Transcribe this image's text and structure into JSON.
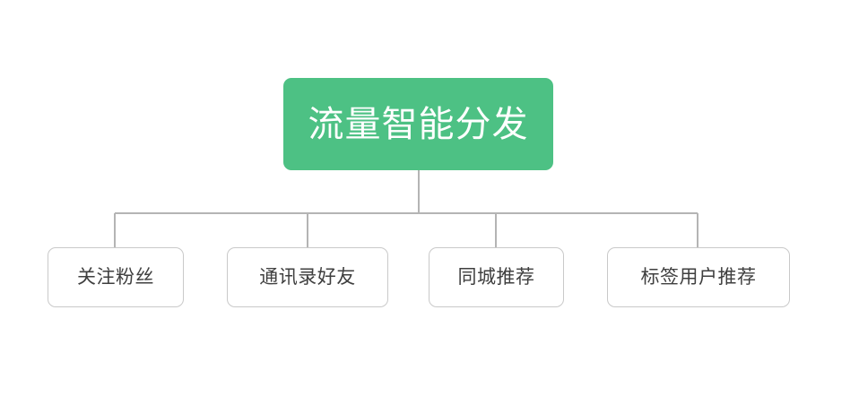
{
  "diagram": {
    "type": "org-tree",
    "background_color": "#ffffff",
    "title": "流量智能分发",
    "root": {
      "label": "流量智能分发",
      "fill_color": "#4dc184",
      "text_color": "#ffffff"
    },
    "children": [
      {
        "label": "关注粉丝"
      },
      {
        "label": "通讯录好友"
      },
      {
        "label": "同城推荐"
      },
      {
        "label": "标签用户推荐"
      }
    ],
    "connector_color": "#b4b4b4",
    "node_border_color": "#c9c9c9",
    "node_text_color": "#3f3f3f"
  }
}
